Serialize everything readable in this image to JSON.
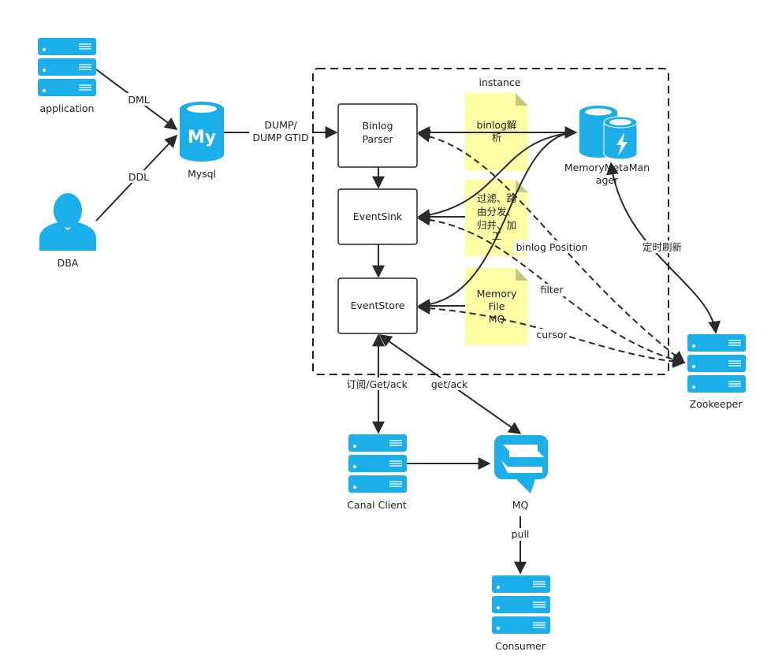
{
  "colors": {
    "icon": "#1BAEE8",
    "note": "#FFFFA8",
    "note_fold": "#C8C87A",
    "line": "#2a2a2a"
  },
  "nodes": {
    "application": "application",
    "dba": "DBA",
    "mysql": "Mysql",
    "mysql_logo": "My",
    "instance": "instance",
    "binlog_parser": [
      "Binlog",
      "Parser"
    ],
    "event_sink": "EventSink",
    "event_store": "EventStore",
    "note_parse": [
      "binlog解",
      "析"
    ],
    "note_sink": [
      "过滤、路",
      "由分发、",
      "归并、加",
      "工"
    ],
    "note_store": [
      "Memory",
      "File",
      "MQ"
    ],
    "meta_manager": [
      "MemoryMetaMan",
      "ager"
    ],
    "zookeeper": "Zookeeper",
    "canal_client": "Canal Client",
    "mq": "MQ",
    "consumer": "Consumer"
  },
  "edges": {
    "dml": "DML",
    "ddl": "DDL",
    "dump": [
      "DUMP/",
      "DUMP GTID"
    ],
    "binlog_position": "binlog Position",
    "filter": "filter",
    "cursor": "cursor",
    "refresh": "定时刷新",
    "subscribe": "订阅/Get/ack",
    "get_ack": "get/ack",
    "pull": "pull"
  }
}
